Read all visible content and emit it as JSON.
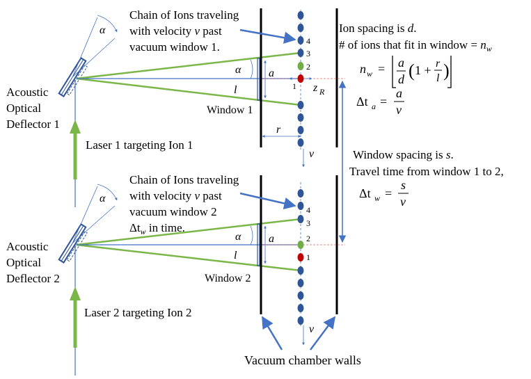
{
  "colors": {
    "green_beam": "#7ab648",
    "blue_arrow": "#4472c4",
    "ion_blue": "#2f5597",
    "ion_green": "#70ad47",
    "ion_red": "#c00000",
    "guide_red": "#e06666"
  },
  "top": {
    "chain_line1": "Chain of Ions traveling",
    "chain_line2a": "with velocity ",
    "chain_line2v": "v",
    "chain_line2b": " past",
    "chain_line3": "vacuum window 1.",
    "aod_line1": "Acoustic",
    "aod_line2": "Optical",
    "aod_line3": "Deflector 1",
    "laser": "Laser 1 targeting Ion 1",
    "window": "Window 1",
    "alpha": "α",
    "a": "a",
    "l": "l",
    "r": "r",
    "v": "v",
    "zr_z": "z",
    "zr_sub": "R",
    "ion_labels": [
      "4",
      "3",
      "2",
      "1"
    ]
  },
  "bottom": {
    "chain_line1": "Chain of Ions traveling",
    "chain_line2a": "with velocity ",
    "chain_line2v": "v",
    "chain_line2b": " past",
    "chain_line3": "vacuum window 2",
    "chain_line4": "Δt",
    "chain_line4_sub": "w",
    "chain_line4_rest": " in time.",
    "aod_line1": "Acoustic",
    "aod_line2": "Optical",
    "aod_line3": "Deflector 2",
    "laser": "Laser 2 targeting Ion 2",
    "window": "Window 2",
    "alpha": "α",
    "a": "a",
    "l": "l",
    "v": "v",
    "ion_labels": [
      "4",
      "3",
      "2",
      "1"
    ]
  },
  "right": {
    "spacing_a": "Ion spacing is ",
    "spacing_d": "d",
    "spacing_b": ".",
    "fit_a": "# of ions that fit in window = ",
    "fit_n": "n",
    "fit_sub": "w",
    "nw_lhs": "n",
    "nw_lhs_sub": "w",
    "nw_eq": "=",
    "nw_a": "a",
    "nw_d": "d",
    "nw_one_plus": "1 +",
    "nw_r": "r",
    "nw_l": "l",
    "dta_lhs": "Δt",
    "dta_sub": "a",
    "dta_eq": "=",
    "dta_num": "a",
    "dta_den": "v",
    "ws_a": "Window spacing is ",
    "ws_s": "s",
    "ws_b": ".",
    "tt": "Travel time from window 1 to 2,",
    "dtw_lhs": "Δt",
    "dtw_sub": "w",
    "dtw_eq": "=",
    "dtw_num": "s",
    "dtw_den": "v"
  },
  "footer": {
    "walls": "Vacuum chamber walls"
  }
}
